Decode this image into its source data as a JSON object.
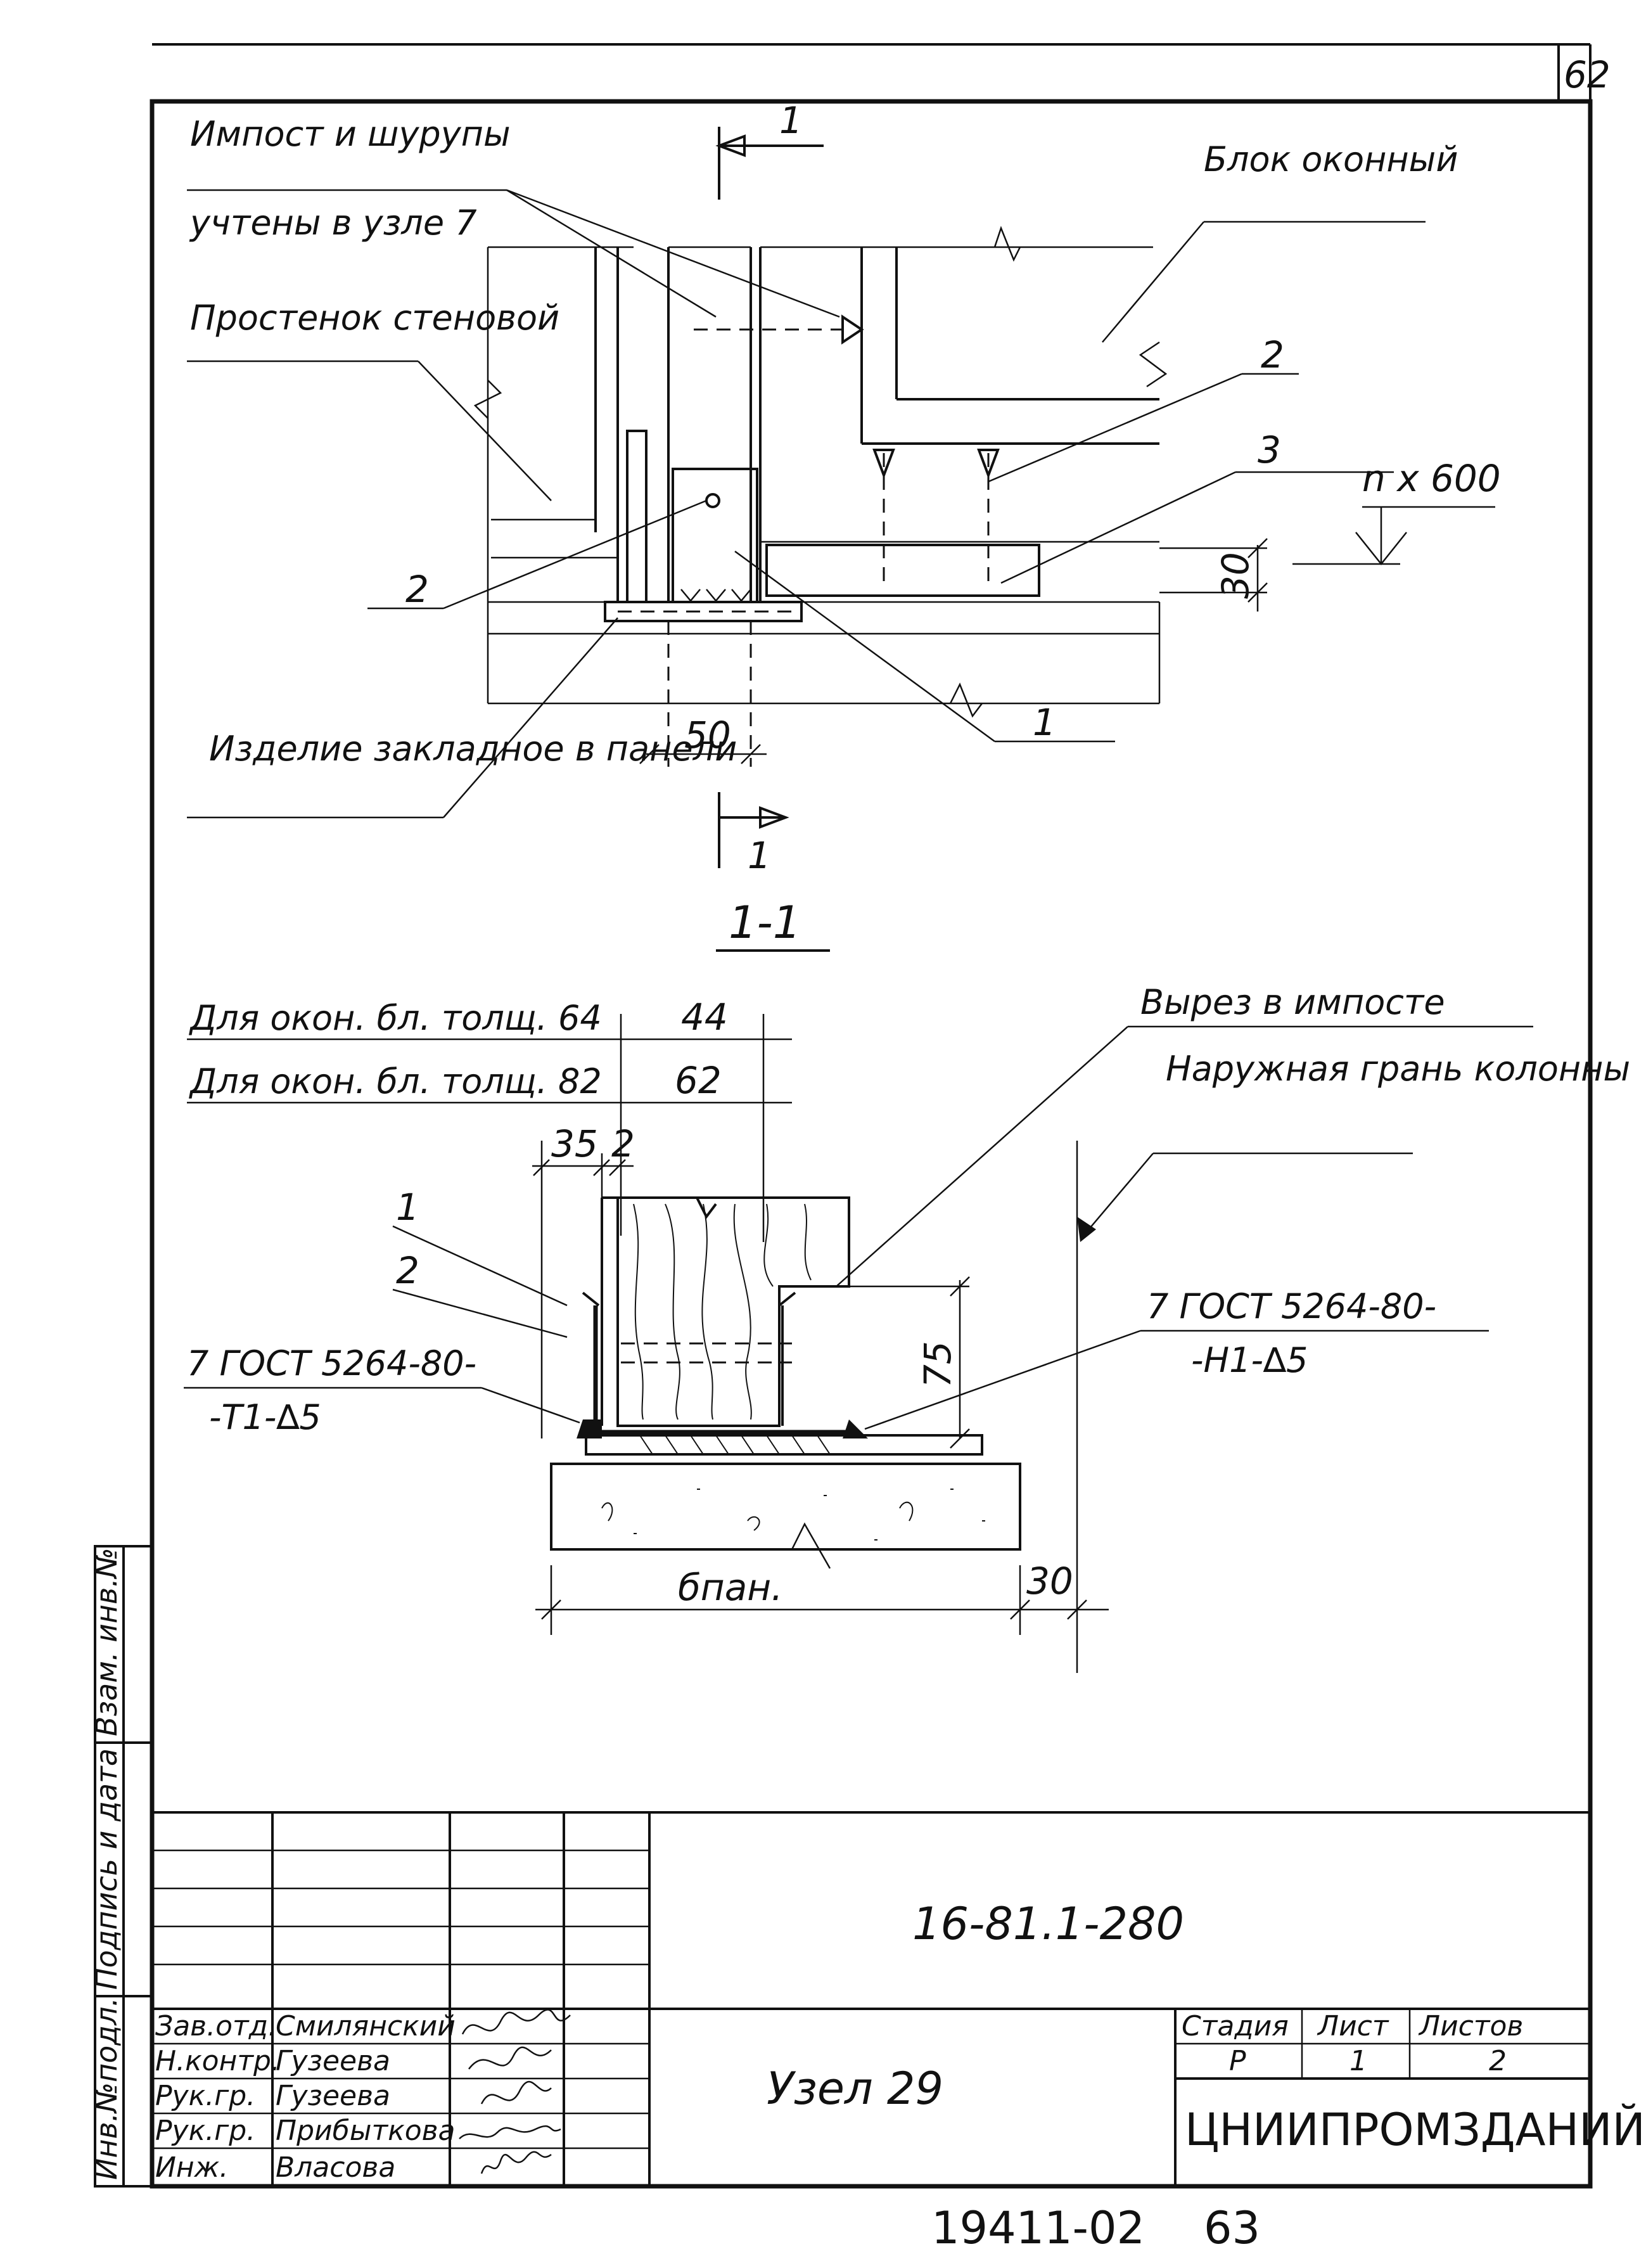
{
  "sheet_number": "62",
  "plan_view": {
    "callouts": {
      "impost": "Импост и шурупы",
      "impost2": "учтены в узле 7",
      "block": "Блок оконный",
      "pier": "Простенок стеновой",
      "embedded": "Изделие закладное в панели"
    },
    "marks": {
      "m1": "1",
      "m2": "2",
      "m2b": "2",
      "m3": "3"
    },
    "dims": {
      "d50": "50",
      "d30": "30",
      "n600": "n x 600"
    },
    "section_mark": "1",
    "section_mark_bottom": "1"
  },
  "section": {
    "title": "1-1",
    "rows": [
      {
        "label": "Для окон. бл. толщ. 64",
        "value": "44"
      },
      {
        "label": "Для окон. бл. толщ. 82",
        "value": "62"
      }
    ],
    "dims": {
      "d35": "35",
      "d2": "2",
      "d75": "75",
      "d30": "30",
      "dpan": "бпан."
    },
    "callouts": {
      "cutout": "Вырез в импосте",
      "face": "Наружная грань колонны",
      "weld_left_1": "7 ГОСТ 5264-80-",
      "weld_left_2": "-Т1-∆5",
      "weld_right_1": "7 ГОСТ 5264-80-",
      "weld_right_2": "-Н1-∆5"
    },
    "marks": {
      "m1": "1",
      "m2": "2"
    }
  },
  "side_stamp": {
    "cells": [
      "Инв.№подл.",
      "Подпись и дата",
      "Взам. инв.№"
    ]
  },
  "title_block": {
    "doc_code": "16-81.1-280",
    "drawing_title": "Узел 29",
    "roles": [
      {
        "role": "Зав.отд.",
        "name": "Смилянский"
      },
      {
        "role": "Н.контр.",
        "name": "Гузеева"
      },
      {
        "role": "Рук.гр.",
        "name": "Гузеева"
      },
      {
        "role": "Рук.гр.",
        "name": "Прибыткова"
      },
      {
        "role": "Инж.",
        "name": "Власова"
      }
    ],
    "headers": {
      "stage": "Стадия",
      "sheet": "Лист",
      "sheets": "Листов"
    },
    "values": {
      "stage": "Р",
      "sheet": "1",
      "sheets": "2"
    },
    "organization": "ЦНИИПРОМЗДАНИЙ"
  },
  "footer": {
    "code": "19411-02",
    "page": "63"
  }
}
